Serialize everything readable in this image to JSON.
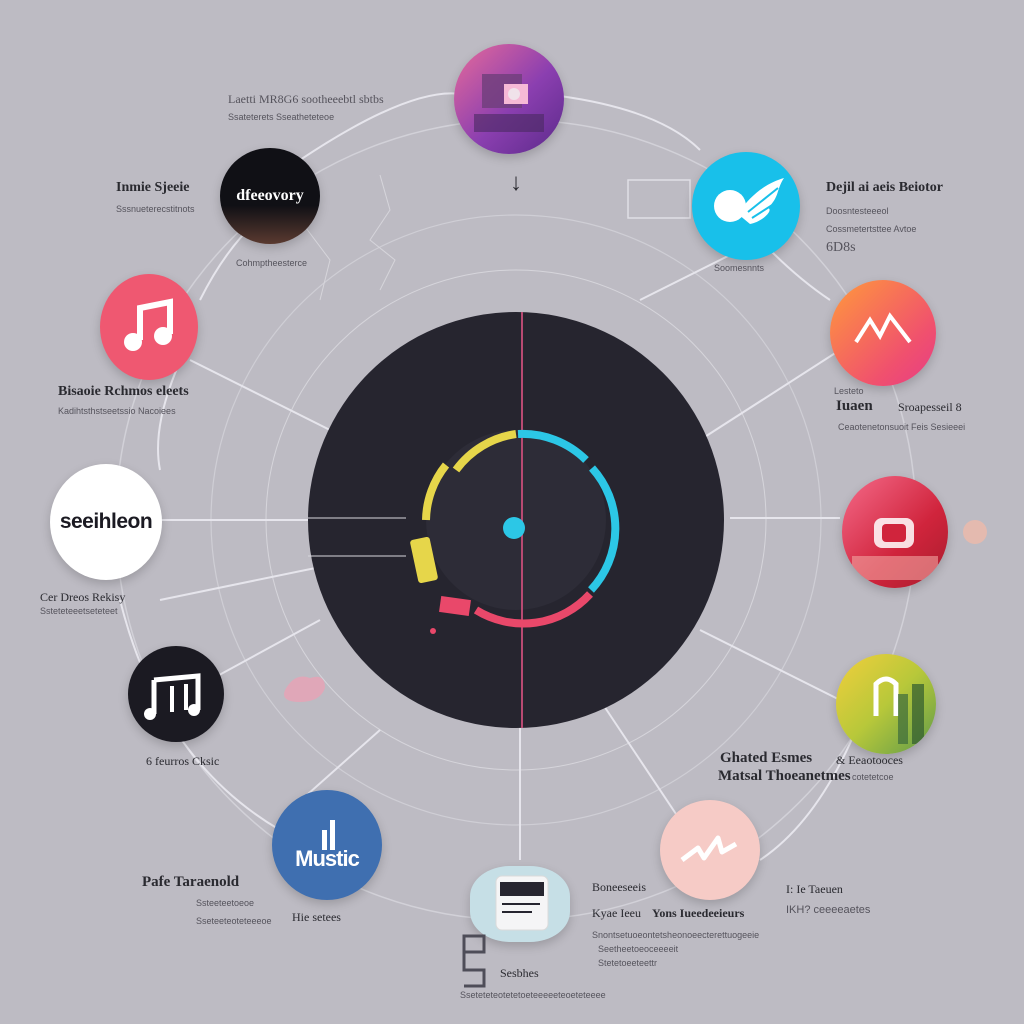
{
  "center": {
    "name": "center-vinyl-disc"
  },
  "nodes": [
    {
      "id": "top-photo",
      "icon": "photo-icon",
      "text": "",
      "caption": ""
    },
    {
      "id": "wing-logo",
      "icon": "wing-icon",
      "text": ""
    },
    {
      "id": "mountain-logo",
      "icon": "mountain-icon",
      "text": ""
    },
    {
      "id": "red-photo",
      "icon": "photo-icon",
      "text": ""
    },
    {
      "id": "building-logo",
      "icon": "building-icon",
      "text": ""
    },
    {
      "id": "pink-wave",
      "icon": "wave-icon",
      "text": ""
    },
    {
      "id": "tablet-device",
      "icon": "tablet-icon",
      "text": ""
    },
    {
      "id": "music-blue",
      "icon": "equalizer-icon",
      "text": "Mustic"
    },
    {
      "id": "black-music",
      "icon": "music-notes-icon",
      "text": ""
    },
    {
      "id": "white-brand",
      "icon": "wordmark-icon",
      "text": "seeihleon"
    },
    {
      "id": "red-music",
      "icon": "music-note-icon",
      "text": ""
    },
    {
      "id": "discovery",
      "icon": "wordmark-icon",
      "text": "dfeeovory"
    }
  ],
  "labels": {
    "top_left_line1": "Laetti MR8G6 sootheeebtl sbtbs",
    "top_left_line2": "Ssateterets Sseatheteteoe",
    "discovery_title": "Inmie Sjeeie",
    "discovery_sub": "Sssnueterecstitnots",
    "discovery_caption": "Cohmptheesterce",
    "top_arrow": "↓",
    "wing_title": "Dejil ai aeis Beiotor",
    "wing_sub1": "Doosntesteeeol",
    "wing_sub2": "Cossmetertsttee Avtoe",
    "wing_value": "6D8s",
    "wing_caption": "Soomesnnts",
    "red_music_title": "Bisaoie Rchmos eleets",
    "red_music_sub": "Kadihtsthstseetssio Nacoiees",
    "mountain_pre": "Lesteto",
    "mountain_title1": "Iuaen",
    "mountain_title2": "Sroapesseil 8",
    "mountain_sub": "Ceaotenetonsuoit Feis Sesieeei",
    "white_caption": "Cer Dreos Rekisy",
    "white_sub": "Ssteteteeetseteteet",
    "black_music_caption": "6 feurros Cksic",
    "building_title1": "Ghated Esmes",
    "building_title2": "Matsal Thoeanetmes",
    "building_side1": "& Eeaotooces",
    "building_side2": "cotetetcoe",
    "music_blue_title": "Pafe Taraenold",
    "music_blue_sub1": "Ssteeteetoeoe",
    "music_blue_sub2": "Sseteeteoteteeeoe",
    "music_blue_caption": "Hie setees",
    "pink_title": "Boneeseeis",
    "pink_title2": "Kyae Ieeu",
    "pink_title3": "Yons Iueedeeieurs",
    "pink_side1": "I: Ie Taeuen",
    "pink_side2": "IKH? ceeeeaetes",
    "tablet_sub1": "Snontsetuoeontetsheonoeecterettuogeeie",
    "tablet_sub2": "Seetheetoeoceeeeit",
    "tablet_sub3": "Stetetoeeteettr",
    "tablet_caption": "Sesbhes",
    "tablet_bottom": "Sseteteteotetetoeteeeeeteoeteteeee"
  },
  "colors": {
    "background": "#bdbbc3",
    "disc": "#26252f",
    "ring_yellow": "#e6d64a",
    "ring_cyan": "#2cc7e6",
    "ring_red": "#e9486a",
    "connector": "#e4e3ea"
  }
}
